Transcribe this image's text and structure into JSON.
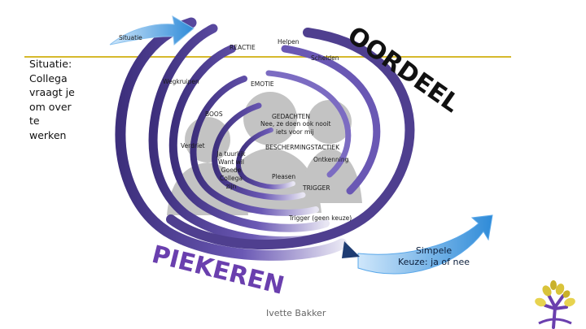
{
  "slide": {
    "side_text": "Situatie:\nCollega\nvraagt je\nom over\nte\nwerken",
    "oordeel": "OORDEEL",
    "piekeren": "PIEKEREN",
    "simpele_keuze": "Simpele\nKeuze: ja of nee",
    "author": "Ivette Bakker"
  },
  "labels": {
    "situatie": "Situatie",
    "reactie": "REACTIE",
    "helpen": "Helpen",
    "schelden": "Schelden",
    "wegkruipen": "Wegkruipen",
    "emotie": "EMOTIE",
    "boos": "BOOS",
    "gedachten": "GEDACHTEN",
    "gedachten_line1": "Nee, ze doen ook nooit",
    "gedachten_line2": "iets voor mij",
    "verdriet": "Verdriet",
    "ja_tuurlijk": "Ja tuurlijk\nWant wil\nGoede\nCollega\nzijn",
    "beschermingstactiek": "BESCHERMINGSTACTIEK",
    "ontkenning": "Ontkenning",
    "pleasen": "Pleasen",
    "trigger": "TRIGGER",
    "trigger_geen_keuze": "Trigger (geen keuze)"
  },
  "colors": {
    "spiral": "#4f3f8f",
    "spiral_light": "#ffffff",
    "arrow_blue_light": "#a9d4f5",
    "arrow_blue": "#2f8bd8",
    "pointer": "#1e3c72",
    "horizon": "#d6b92c",
    "silhouette": "#bdbdbd",
    "piekeren": "#6a3fae",
    "logo_leaf": "#d9c33a",
    "logo_tree": "#6a3fae"
  }
}
